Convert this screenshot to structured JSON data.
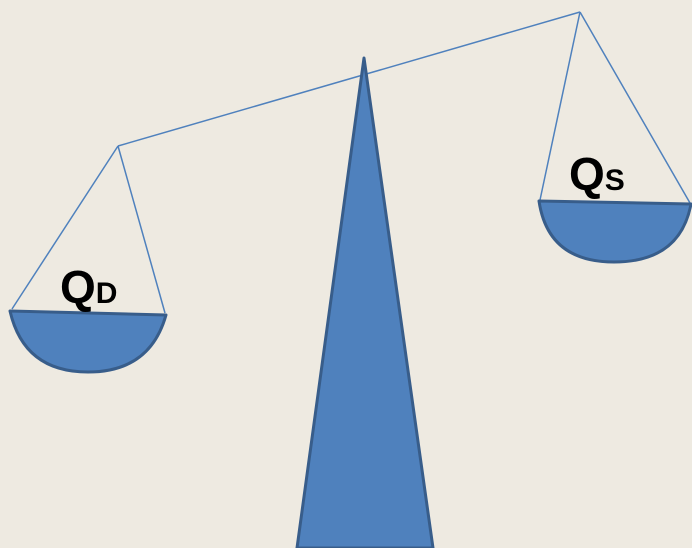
{
  "scale": {
    "left_pan": {
      "main": "Q",
      "sub": "D"
    },
    "right_pan": {
      "main": "Q",
      "sub": "S"
    }
  },
  "colors": {
    "background": "#EEEAE1",
    "fill": "#4F81BD",
    "stroke": "#385D8A",
    "string": "#4F81BD"
  }
}
